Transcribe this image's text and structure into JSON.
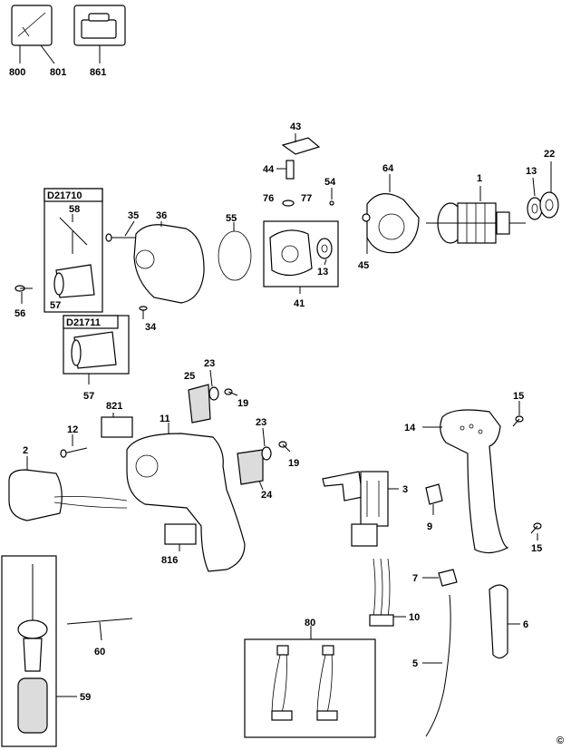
{
  "labels": {
    "l800": "800",
    "l801": "801",
    "l861": "861",
    "l43": "43",
    "l44": "44",
    "l54": "54",
    "l64": "64",
    "l1": "1",
    "l13a": "13",
    "l22": "22",
    "l76": "76",
    "l77": "77",
    "l35": "35",
    "l36": "36",
    "l55": "55",
    "l13b": "13",
    "l45": "45",
    "l41": "41",
    "l58": "58",
    "l57a": "57",
    "l56": "56",
    "l34": "34",
    "l57b": "57",
    "l25": "25",
    "l23a": "23",
    "l19a": "19",
    "l821": "821",
    "l11": "11",
    "l12": "12",
    "l2": "2",
    "l23b": "23",
    "l19b": "19",
    "l24": "24",
    "l816": "816",
    "l3": "3",
    "l9": "9",
    "l14": "14",
    "l15a": "15",
    "l15b": "15",
    "l7": "7",
    "l10": "10",
    "l6": "6",
    "l80": "80",
    "l60": "60",
    "l5": "5",
    "l59": "59"
  },
  "boxes": {
    "d21710": "D21710",
    "d21711": "D21711"
  },
  "copyright": "©"
}
